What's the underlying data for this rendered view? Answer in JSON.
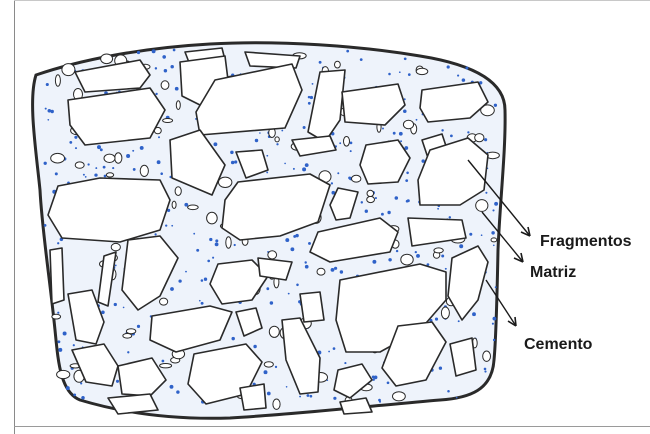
{
  "labels": {
    "fragments": "Fragmentos",
    "matrix": "Matriz",
    "cement": "Cemento"
  },
  "colors": {
    "outline": "#2a2a2a",
    "matrix_fill": "#eef3fb",
    "fragment_fill": "#ffffff",
    "dot": "#2f62c9",
    "frame": "#8a8a8a"
  }
}
